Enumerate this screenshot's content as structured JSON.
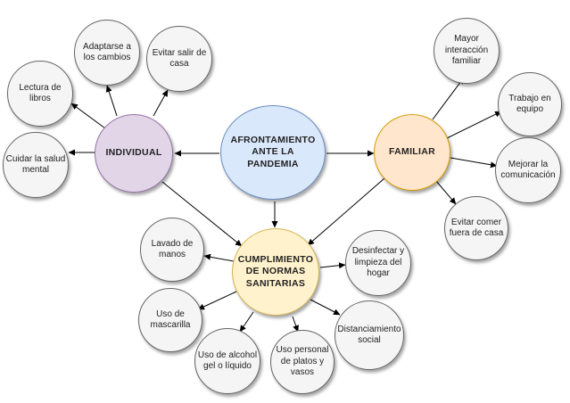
{
  "center": "AFRONTAMIENTO\nANTE LA\nPANDEMIA",
  "hubs": {
    "individual": "INDIVIDUAL",
    "familiar": "FAMILIAR",
    "normas": "CUMPLIMIENTO\nDE NORMAS\nSANITARIAS"
  },
  "individual_items": {
    "adaptarse": "Adaptarse a\nlos cambios",
    "evitar_salir": "Evitar salir de\ncasa",
    "lectura": "Lectura de\nlibros",
    "salud_mental": "Cuidar la salud\nmental"
  },
  "familiar_items": {
    "interaccion": "Mayor\ninteracción\nfamiliar",
    "trabajo": "Trabajo en\nequipo",
    "comunicacion": "Mejorar la\ncomunicación",
    "comer_fuera": "Evitar comer\nfuera de casa"
  },
  "normas_items": {
    "lavado": "Lavado de\nmanos",
    "desinfectar": "Desinfectar y\nlimpieza del\nhogar",
    "mascarilla": "Uso de\nmascarilla",
    "alcohol": "Uso de alcohol\ngel o líquido",
    "utensilios": "Uso personal\nde platos y\nvasos",
    "distanciamiento": "Distanciamiento\nsocial"
  },
  "colors": {
    "center_fill": "#dae8fc",
    "individual_fill": "#e1d5e7",
    "familiar_fill": "#ffe6cc",
    "normas_fill": "#fff2cc",
    "leaf_fill": "#f5f5f5",
    "edge": "#000000"
  }
}
